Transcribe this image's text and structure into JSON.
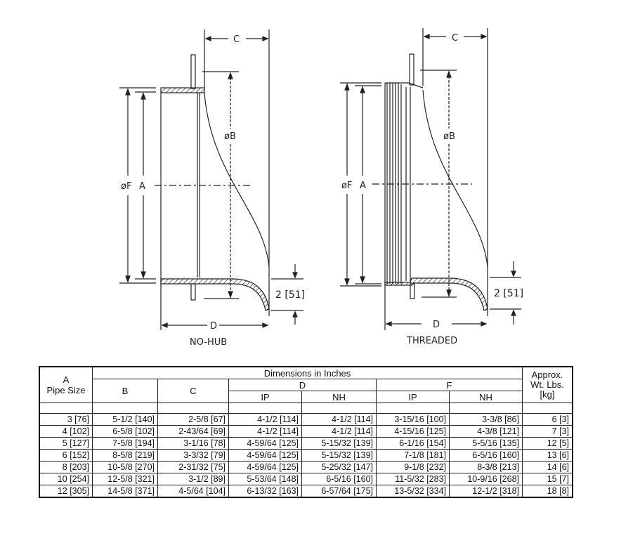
{
  "drawings": [
    {
      "caption": "NO-HUB",
      "labels": {
        "c": "C",
        "b": "øB",
        "f": "øF",
        "a": "A",
        "d": "D",
        "lip": "2 [51]"
      }
    },
    {
      "caption": "THREADED",
      "labels": {
        "c": "C",
        "b": "øB",
        "f": "øF",
        "a": "A",
        "d": "D",
        "lip": "2 [51]"
      }
    }
  ],
  "table": {
    "header": {
      "pipe_size": "A\nPipe Size",
      "pipe_size_line1": "A",
      "pipe_size_line2": "Pipe Size",
      "group": "Dimensions in Inches",
      "b": "B",
      "c": "C",
      "d": "D",
      "f": "F",
      "d_ip": "IP",
      "d_nh": "NH",
      "f_ip": "IP",
      "f_nh": "NH",
      "weight_line1": "Approx.",
      "weight_line2": "Wt. Lbs.",
      "weight_line3": "[kg]"
    },
    "rows": [
      {
        "a": "3 [76]",
        "b": "5-1/2 [140]",
        "c": "2-5/8 [67]",
        "d_ip": "4-1/2 [114]",
        "d_nh": "4-1/2 [114]",
        "f_ip": "3-15/16 [100]",
        "f_nh": "3-3/8 [86]",
        "wt": "6 [3]"
      },
      {
        "a": "4 [102]",
        "b": "6-5/8 [102]",
        "c": "2-43/64 [69]",
        "d_ip": "4-1/2 [114]",
        "d_nh": "4-1/2 [114]",
        "f_ip": "4-15/16 [125]",
        "f_nh": "4-3/8 [121]",
        "wt": "7 [3]"
      },
      {
        "a": "5 [127]",
        "b": "7-5/8 [194]",
        "c": "3-1/16 [78]",
        "d_ip": "4-59/64 [125]",
        "d_nh": "5-15/32 [139]",
        "f_ip": "6-1/16 [154]",
        "f_nh": "5-5/16 [135]",
        "wt": "12 [5]"
      },
      {
        "a": "6 [152]",
        "b": "8-5/8 [219]",
        "c": "3-3/32 [79]",
        "d_ip": "4-59/64 [125]",
        "d_nh": "5-15/32 [139]",
        "f_ip": "7-1/8 [181]",
        "f_nh": "6-5/16 [160]",
        "wt": "13 [6]"
      },
      {
        "a": "8 [203]",
        "b": "10-5/8 [270]",
        "c": "2-31/32 [75]",
        "d_ip": "4-59/64 [125]",
        "d_nh": "5-25/32 [147]",
        "f_ip": "9-1/8 [232]",
        "f_nh": "8-3/8 [213]",
        "wt": "14 [6]"
      },
      {
        "a": "10 [254]",
        "b": "12-5/8 [321]",
        "c": "3-1/2 [89]",
        "d_ip": "5-53/64 [148]",
        "d_nh": "6-5/16 [160]",
        "f_ip": "11-5/32 [283]",
        "f_nh": "10-9/16 [268]",
        "wt": "15 [7]"
      },
      {
        "a": "12 [305]",
        "b": "14-5/8 [371]",
        "c": "4-5/64 [104]",
        "d_ip": "6-13/32 [163]",
        "d_nh": "6-57/64 [175]",
        "f_ip": "13-5/32 [334]",
        "f_nh": "12-1/2 [318]",
        "wt": "18 [8]"
      }
    ]
  }
}
